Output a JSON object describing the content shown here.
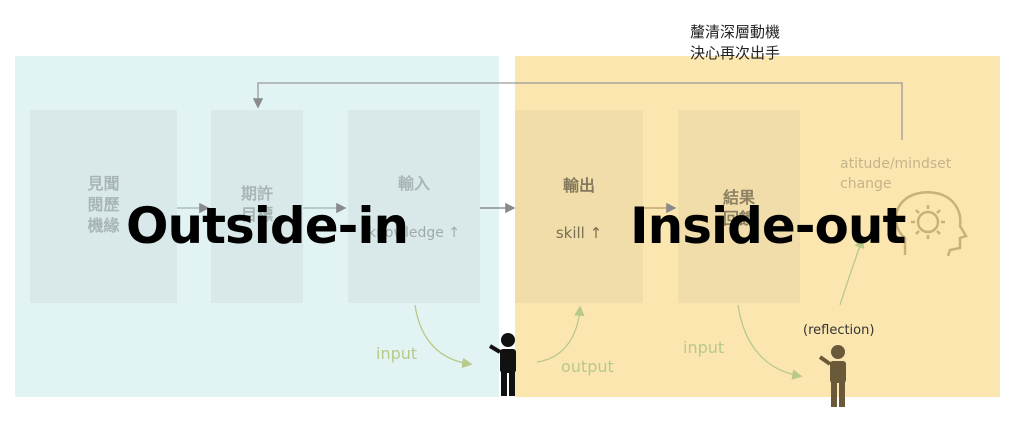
{
  "top_note": "釐清深層動機\n決心再次出手",
  "zones": {
    "outside_label": "Outside-in",
    "inside_label": "Inside-out"
  },
  "boxes": {
    "experience": "見聞\n閱歷\n機緣",
    "expectation": "期許\n目標",
    "input_title": "輸入",
    "input_sub": "knowledge ↑",
    "output_title": "輸出",
    "output_sub": "skill ↑",
    "result": "結果\n回饋"
  },
  "labels": {
    "attitude": "atitude/mindset\nchange",
    "input_left": "input",
    "output": "output",
    "input_right": "input",
    "reflection": "(reflection)"
  },
  "colors": {
    "outside_zone": "#e2f3f4",
    "inside_zone": "#fbe6b0",
    "arrow_green": "#b8c98a",
    "arrow_gray": "#8a8a8a"
  }
}
